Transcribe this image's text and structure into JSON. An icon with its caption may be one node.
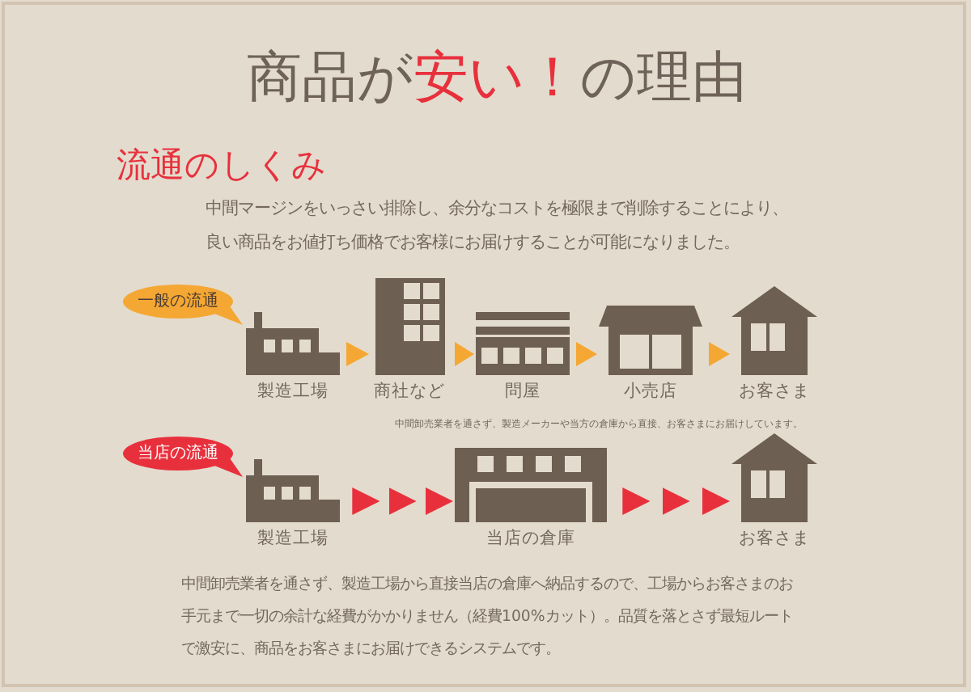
{
  "diagram": {
    "title": "商品が**安い！**の理由",
    "nodes": [
      {
        "text": [
          "一般の流通"
        ]
      },
      {
        "text": [],
        "shape": "picture",
        "beside": [
          "製造工場"
        ]
      },
      {
        "text": [],
        "shape": "picture",
        "beside": [
          "商社など"
        ]
      },
      {
        "text": [],
        "shape": "picture",
        "beside": [
          "問屋"
        ]
      },
      {
        "text": [],
        "shape": "picture",
        "beside": [
          "小売店"
        ]
      },
      {
        "text": [],
        "shape": "picture",
        "beside": [
          "お客さま"
        ]
      },
      {
        "text": [
          "当店の流通"
        ]
      },
      {
        "text": [],
        "shape": "picture",
        "beside": [
          "製造工場"
        ]
      },
      {
        "text": [],
        "shape": "picture",
        "beside": [
          "当店の倉庫"
        ]
      },
      {
        "text": [],
        "shape": "picture",
        "beside": [
          "お客さま"
        ]
      }
    ],
    "edges": [
      {
        "from": 1,
        "to": 2,
        "arrow": "to"
      },
      {
        "from": 2,
        "to": 3,
        "arrow": "to"
      },
      {
        "from": 3,
        "to": 4,
        "arrow": "to"
      },
      {
        "from": 4,
        "to": 5,
        "arrow": "to"
      },
      {
        "from": 7,
        "to": 8,
        "arrow": "to",
        "color": "#e8303d"
      },
      {
        "from": 8,
        "to": 9,
        "arrow": "to",
        "color": "#e8303d"
      }
    ],
    "labels": [
      "流通のしくみ",
      "中間マージンをいっさい排除し、余分なコストを極限まで削除することにより、良い商品をお値打ち価格でお客様にお届けすることが可能になりました。",
      "中間卸売業者を通さず、製造メーカーや当方の倉庫から直接、お客さまにお届けしています。",
      "中間卸売業者を通さず、製造工場から直接当店の倉庫へ納品するので、工場からお客さまのお手元まで一切の余計な経費がかかりません（経費100%カット）。品質を落とさず最短ルートで激安に、商品をお客さまにお届けできるシステムです。"
    ]
  }
}
